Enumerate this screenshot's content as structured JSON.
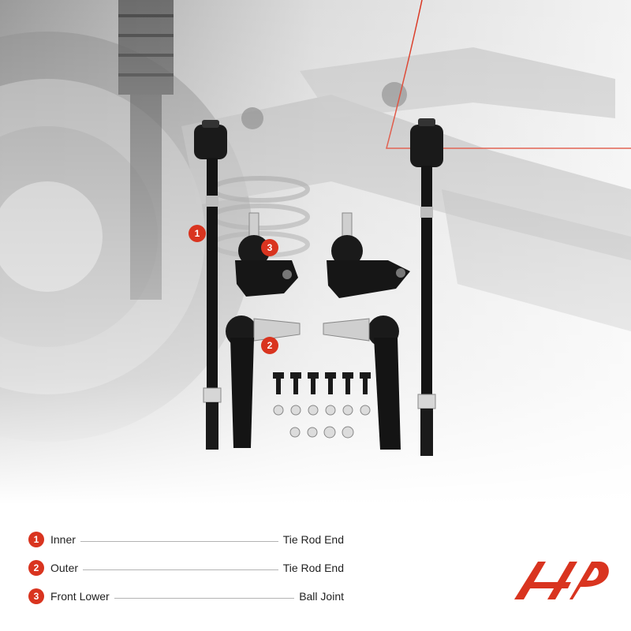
{
  "colors": {
    "accent": "#d9341f",
    "part_black": "#141414",
    "photo_gray": "#cfcfcf"
  },
  "photo": {
    "callouts": [
      "1",
      "3",
      "2"
    ]
  },
  "legend": {
    "items": [
      {
        "number": "1",
        "left": "Inner",
        "right": "Tie Rod End"
      },
      {
        "number": "2",
        "left": "Outer",
        "right": "Tie Rod End"
      },
      {
        "number": "3",
        "left": "Front Lower",
        "right": "Ball Joint"
      }
    ]
  },
  "logo": {
    "icon": "brand-logo-icon"
  }
}
